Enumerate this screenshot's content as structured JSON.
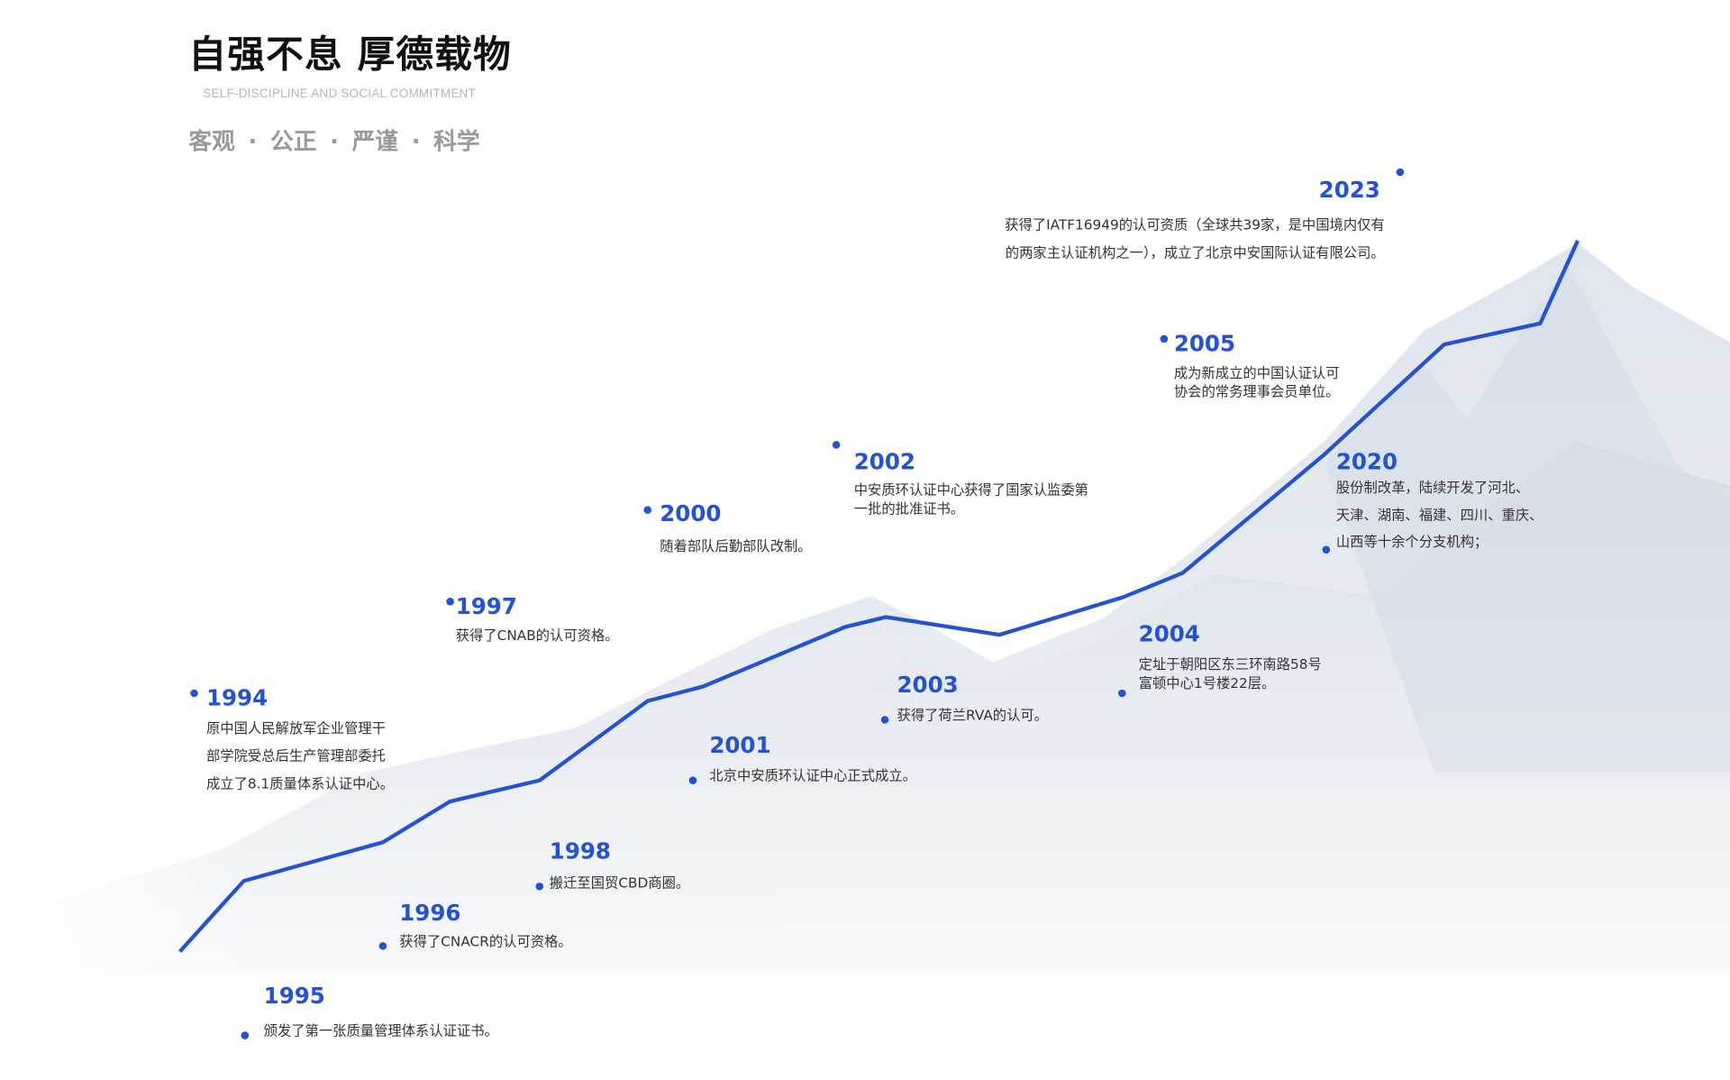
{
  "header": {
    "title": "自强不息 厚德载物",
    "subtitle": "SELF-DISCIPLINE AND SOCIAL COMMITMENT",
    "values": [
      "客观",
      "公正",
      "严谨",
      "科学"
    ],
    "separator": "·"
  },
  "colors": {
    "accent": "#2452d4",
    "text": "#333333",
    "muted": "#9a9a9a"
  },
  "milestones": [
    {
      "year": "1994",
      "lines": [
        "原中国人民解放军企业管理干",
        "部学院受总后生产管理部委托",
        "成立了8.1质量体系认证中心。"
      ]
    },
    {
      "year": "1995",
      "lines": [
        "颁发了第一张质量管理体系认证证书。"
      ]
    },
    {
      "year": "1996",
      "lines": [
        "获得了CNACR的认可资格。"
      ]
    },
    {
      "year": "1997",
      "lines": [
        "获得了CNAB的认可资格。"
      ]
    },
    {
      "year": "1998",
      "lines": [
        "搬迁至国贸CBD商圈。"
      ]
    },
    {
      "year": "2000",
      "lines": [
        "随着部队后勤部队改制。"
      ]
    },
    {
      "year": "2001",
      "lines": [
        "北京中安质环认证中心正式成立。"
      ]
    },
    {
      "year": "2002",
      "lines": [
        "中安质环认证中心获得了国家认监委第",
        "一批的批准证书。"
      ]
    },
    {
      "year": "2003",
      "lines": [
        "获得了荷兰RVA的认可。"
      ]
    },
    {
      "year": "2004",
      "lines": [
        "定址于朝阳区东三环南路58号",
        "富顿中心1号楼22层。"
      ]
    },
    {
      "year": "2005",
      "lines": [
        "成为新成立的中国认证认可",
        "协会的常务理事会员单位。"
      ]
    },
    {
      "year": "2020",
      "lines": [
        "股份制改革，陆续开发了河北、",
        "天津、湖南、福建、四川、重庆、",
        "山西等十余个分支机构；"
      ]
    },
    {
      "year": "2023",
      "lines": [
        "获得了IATF16949的认可资质（全球共39家，是中国境内仅有",
        "的两家主认证机构之一），成立了北京中安国际认证有限公司。"
      ]
    }
  ]
}
